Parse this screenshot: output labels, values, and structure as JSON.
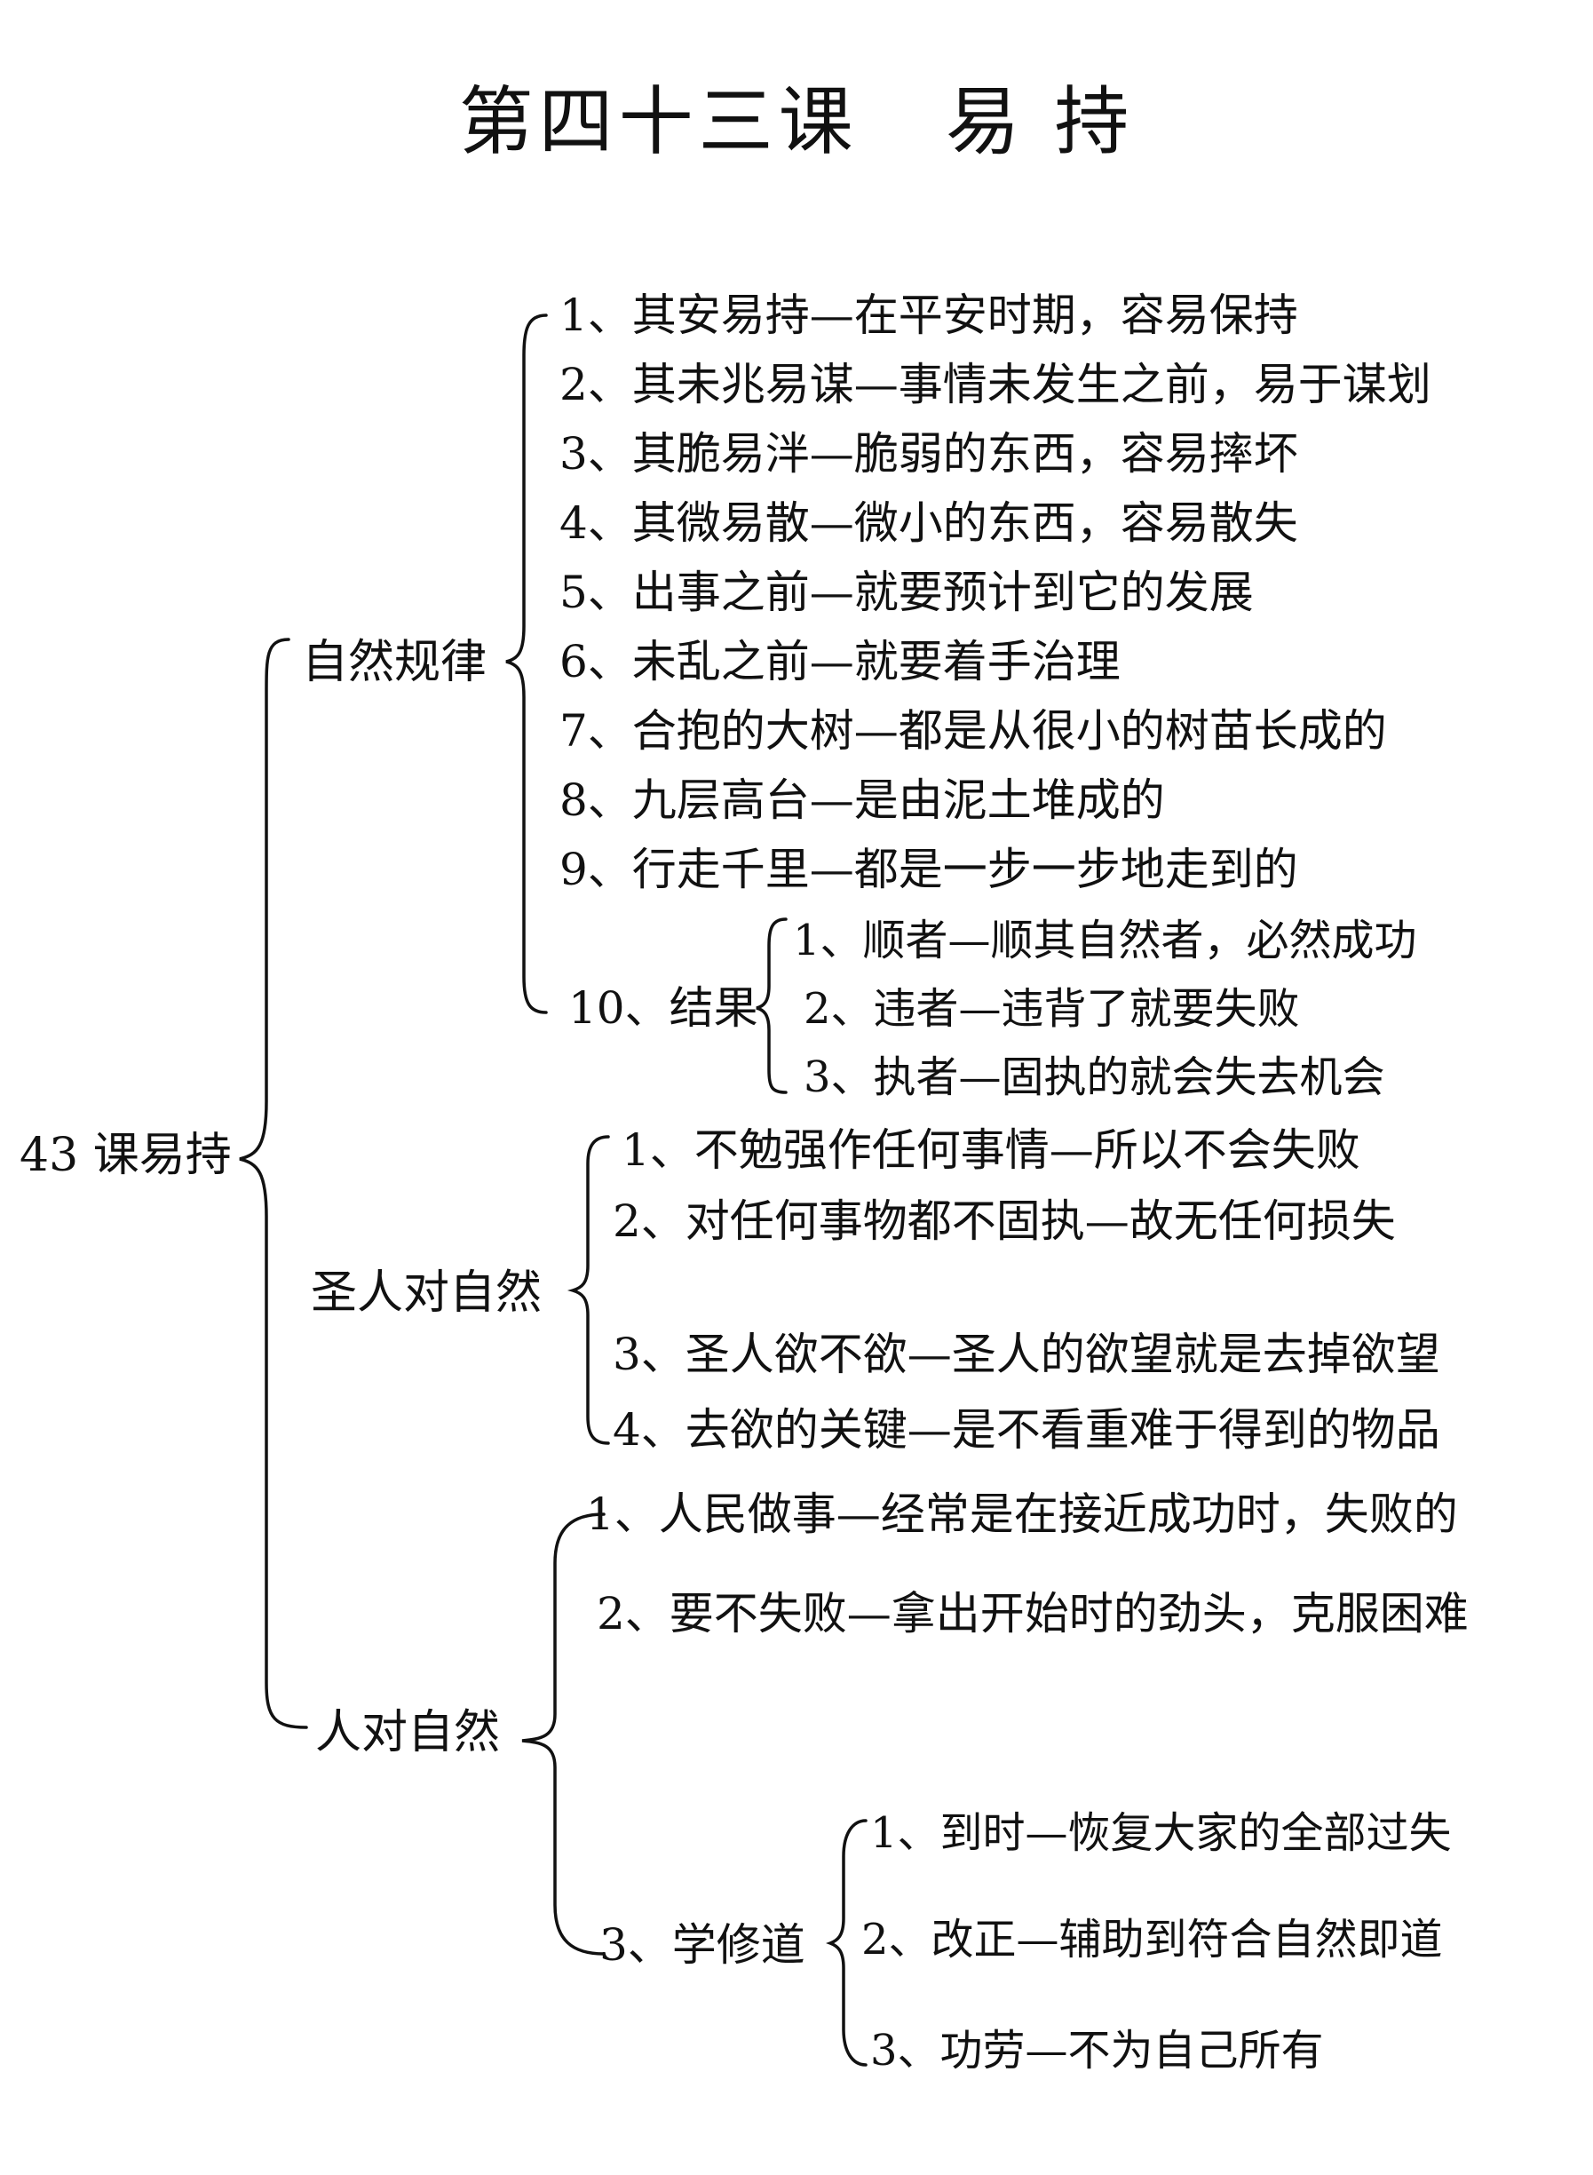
{
  "title": "第四十三课   易 持",
  "root": "43 课易持",
  "branches": [
    {
      "label": "自然规律",
      "items": [
        "1、其安易持—在平安时期，容易保持",
        "2、其未兆易谋—事情未发生之前，易于谋划",
        "3、其脆易泮—脆弱的东西，容易摔坏",
        "4、其微易散—微小的东西，容易散失",
        "5、出事之前—就要预计到它的发展",
        "6、未乱之前—就要着手治理",
        "7、合抱的大树—都是从很小的树苗长成的",
        "8、九层高台—是由泥土堆成的",
        "9、行走千里—都是一步一步地走到的",
        "10、结果"
      ],
      "sub": [
        "1、顺者—顺其自然者，必然成功",
        "2、违者—违背了就要失败",
        "3、执者—固执的就会失去机会"
      ]
    },
    {
      "label": "圣人对自然",
      "items": [
        "1、不勉强作任何事情—所以不会失败",
        "2、对任何事物都不固执—故无任何损失",
        "3、圣人欲不欲—圣人的欲望就是去掉欲望",
        "4、去欲的关键—是不看重难于得到的物品"
      ]
    },
    {
      "label": "人对自然",
      "items": [
        "1、人民做事—经常是在接近成功时，失败的",
        "2、要不失败—拿出开始时的劲头，克服困难",
        "3、学修道"
      ],
      "sub": [
        "1、到时—恢复大家的全部过失",
        "2、改正—辅助到符合自然即道",
        "3、功劳—不为自己所有"
      ]
    }
  ]
}
